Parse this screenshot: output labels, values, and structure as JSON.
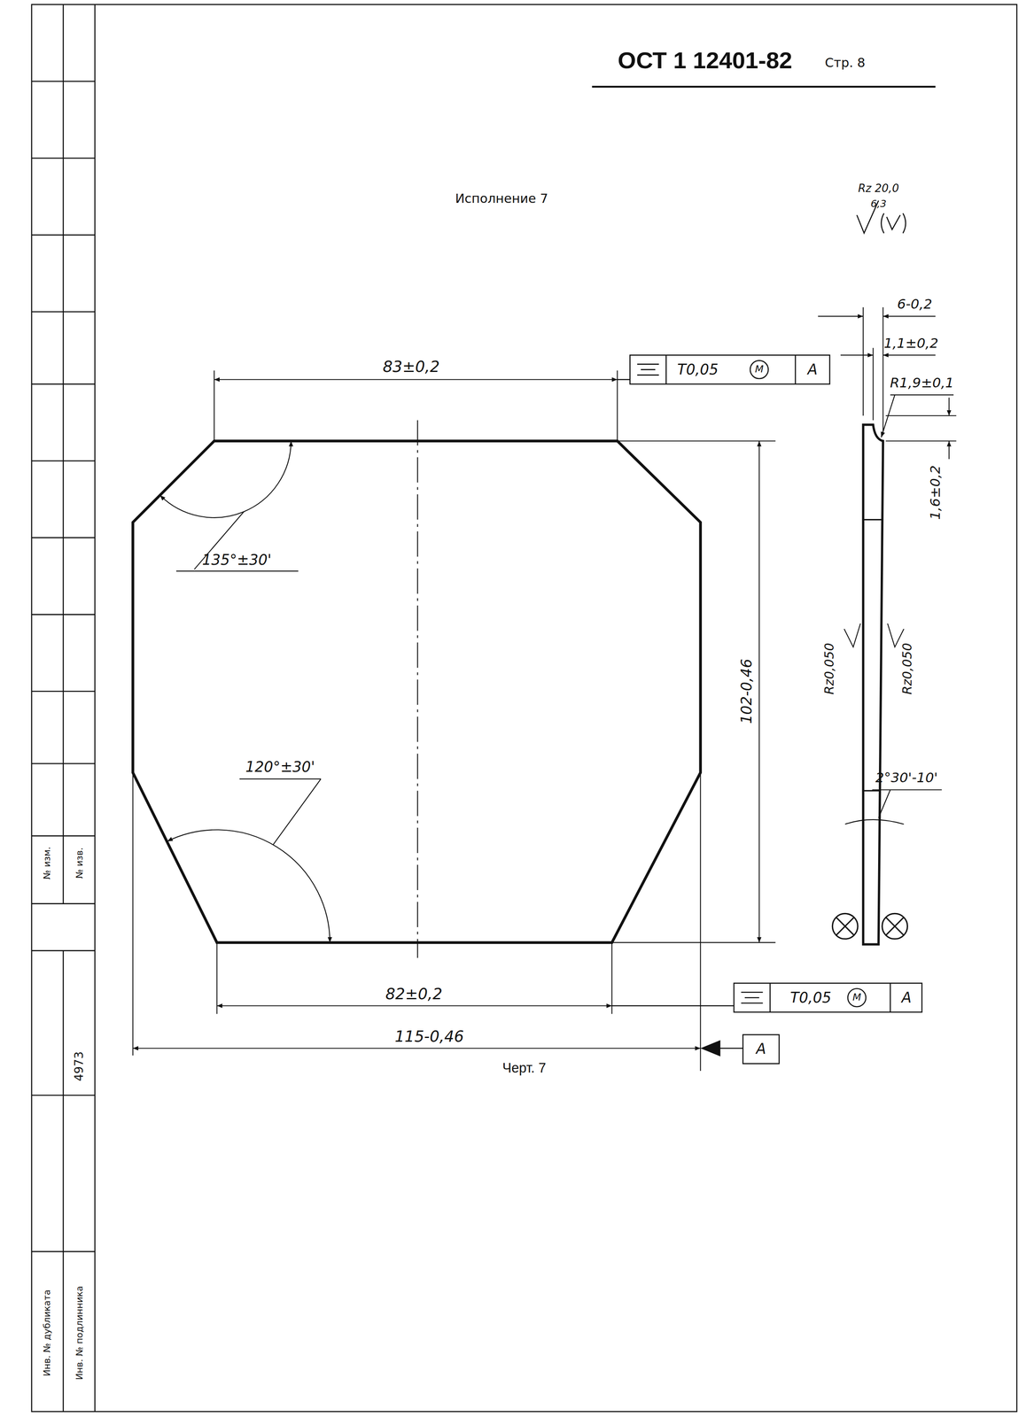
{
  "diagram": {
    "title": "ОСТ 1 12401-82",
    "caption": "Черт. 7",
    "labels": [
      "Стр. 8",
      "Исполнение 7",
      "Rz 20,0",
      "6,3",
      "6-0,2",
      "1,1±0,2",
      "R1,9±0,1",
      "1,6±0,2",
      "83±0,2",
      "T0,05",
      "M",
      "A",
      "135°±30'",
      "102-0,46",
      "120°±30'",
      "Rz0,050",
      "Rz0,050",
      "2°30'-10'",
      "82±0,2",
      "T0,05",
      "M",
      "A",
      "115-0,46",
      "A",
      "№ изм.",
      "№ изв.",
      "4973",
      "Инв. № дубликата",
      "Инв. № подлинника"
    ]
  }
}
